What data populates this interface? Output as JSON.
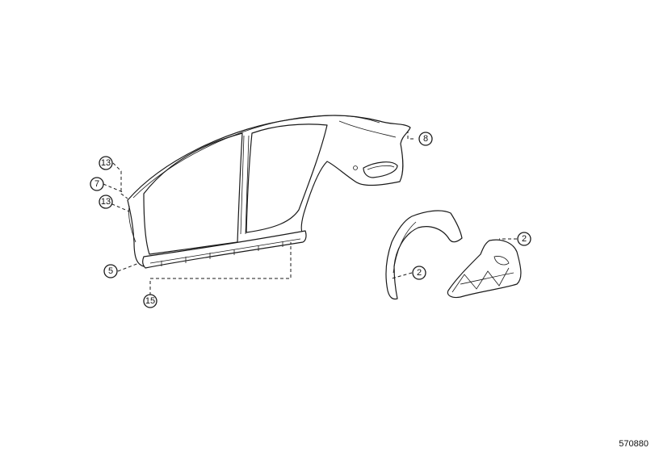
{
  "callouts": [
    {
      "id": "c13a",
      "label": "13"
    },
    {
      "id": "c7",
      "label": "7"
    },
    {
      "id": "c13b",
      "label": "13"
    },
    {
      "id": "c5",
      "label": "5"
    },
    {
      "id": "c15",
      "label": "15"
    },
    {
      "id": "c8",
      "label": "8"
    },
    {
      "id": "c2a",
      "label": "2"
    },
    {
      "id": "c2b",
      "label": "2"
    }
  ],
  "diagram_id": "570880"
}
